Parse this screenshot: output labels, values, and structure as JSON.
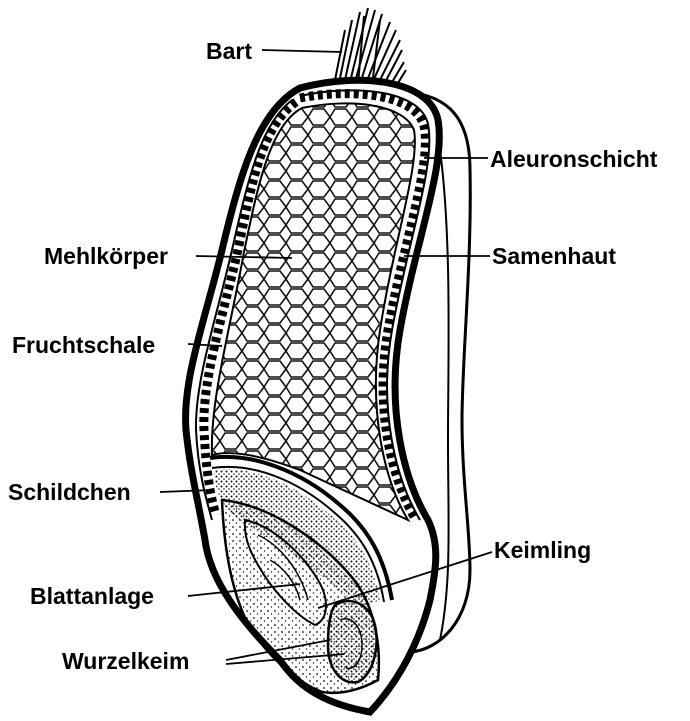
{
  "diagram": {
    "labels": {
      "bart": "Bart",
      "aleuronschicht": "Aleuronschicht",
      "mehlkoerper": "Mehlkörper",
      "samenhaut": "Samenhaut",
      "fruchtschale": "Fruchtschale",
      "schildchen": "Schildchen",
      "keimling": "Keimling",
      "blattanlage": "Blattanlage",
      "wurzelkeim": "Wurzelkeim"
    }
  }
}
